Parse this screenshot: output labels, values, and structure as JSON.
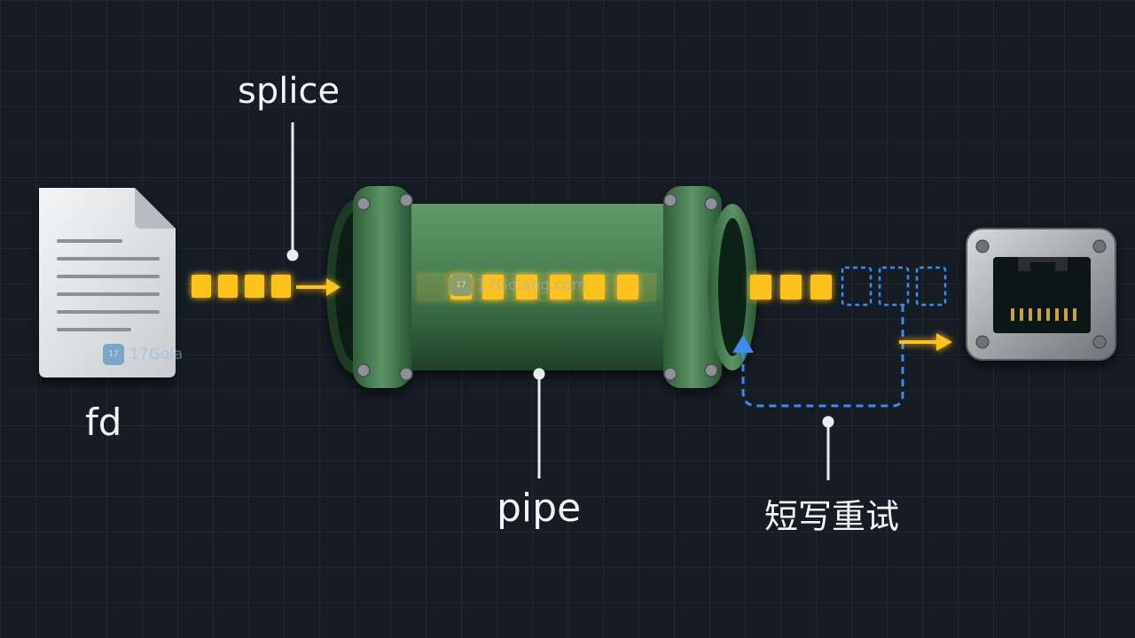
{
  "labels": {
    "splice": "splice",
    "fd": "fd",
    "pipe": "pipe",
    "retry": "短写重试"
  },
  "watermarks": [
    {
      "badge": "17",
      "text": "17Gola"
    },
    {
      "badge": "17",
      "text": "17Golang.com"
    }
  ],
  "icons": {
    "source": "file-document-icon",
    "pipe": "pipe-icon",
    "destination": "ethernet-port-icon"
  },
  "colors": {
    "data_block": "#ffc21a",
    "retry_block": "#3a8cf0",
    "pipe": "#3f7a48",
    "background": "#151c24"
  }
}
